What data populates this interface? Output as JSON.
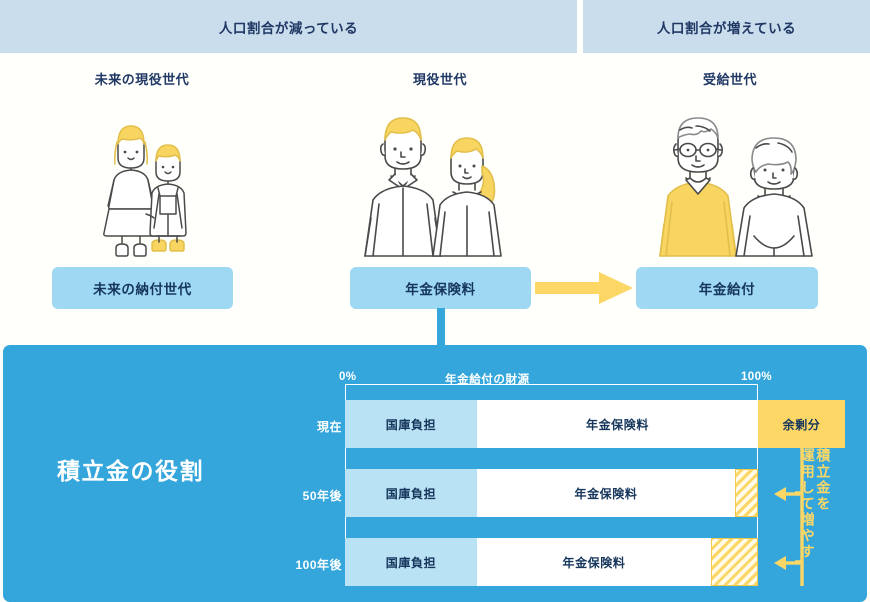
{
  "header": {
    "left_banner": "人口割合が減っている",
    "right_banner": "人口割合が増えている"
  },
  "generations": [
    {
      "caption": "未来の現役世代",
      "illustration": "two-children-icon",
      "pill": "未来の納付世代"
    },
    {
      "caption": "現役世代",
      "illustration": "working-couple-icon",
      "pill": "年金保険料"
    },
    {
      "caption": "受給世代",
      "illustration": "elderly-couple-icon",
      "pill": "年金給付"
    }
  ],
  "flow": {
    "arrow": "right-arrow-icon"
  },
  "panel": {
    "title": "積立金の役割",
    "annotation_line1": "積立金を",
    "annotation_line2": "運用して増やす"
  },
  "chart_data": {
    "type": "bar",
    "orientation": "horizontal",
    "title": "年金給付の財源",
    "axis_min_label": "0%",
    "axis_max_label": "100%",
    "xlim": [
      0,
      100
    ],
    "grid": false,
    "categories": [
      "現在",
      "50年後",
      "100年後"
    ],
    "series": [
      {
        "name": "国庫負担",
        "values": [
          32,
          32,
          32
        ],
        "color": "#b9e2f4",
        "style": "solid"
      },
      {
        "name": "年金保険料",
        "values": [
          68,
          62,
          57
        ],
        "color": "#ffffff",
        "style": "solid"
      },
      {
        "name": "余剰分",
        "values": [
          21,
          0,
          0
        ],
        "color": "#fcd766",
        "style": "solid"
      },
      {
        "name": "積立金取崩分",
        "values": [
          0,
          6,
          11
        ],
        "color": "#fcd766",
        "style": "hatched"
      }
    ],
    "labels_in_bars": {
      "row0": [
        "国庫負担",
        "年金保険料",
        "余剰分"
      ],
      "row1": [
        "国庫負担",
        "年金保険料",
        ""
      ],
      "row2": [
        "国庫負担",
        "年金保険料",
        ""
      ]
    }
  },
  "colors": {
    "banner_bg": "#cadded",
    "banner_text": "#1f3864",
    "pill_bg": "#9ed8f2",
    "pill_text": "#16365c",
    "panel_bg": "#34a6dc",
    "accent_yellow": "#fcd766",
    "segment_light_blue": "#b9e2f4",
    "segment_white": "#ffffff"
  }
}
